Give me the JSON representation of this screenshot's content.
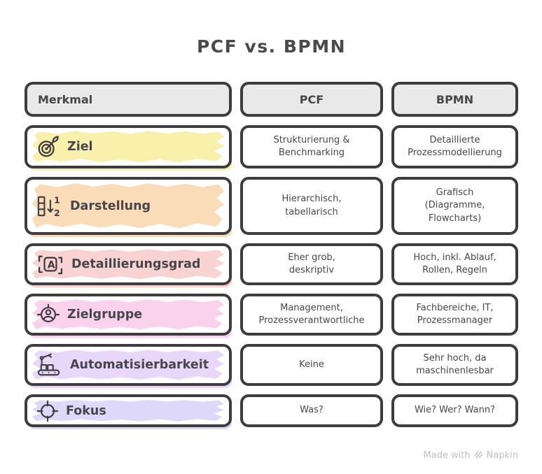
{
  "title": "PCF vs. BPMN",
  "header": {
    "merkmal": "Merkmal",
    "pcf": "PCF",
    "bpmn": "BPMN"
  },
  "rows": [
    {
      "feature": "Ziel",
      "icon": "target-arrow-icon",
      "highlight": "#f9f0ac",
      "pcf": "Strukturierung &\nBenchmarking",
      "bpmn": "Detaillierte\nProzessmodellierung"
    },
    {
      "feature": "Darstellung",
      "icon": "sort-order-icon",
      "highlight": "#fbdcb8",
      "pcf": "Hierarchisch,\ntabellarisch",
      "bpmn": "Grafisch\n(Diagramme,\nFlowcharts)"
    },
    {
      "feature": "Detaillierungsgrad",
      "icon": "letter-detail-icon",
      "highlight": "#f9d2d2",
      "pcf": "Eher grob,\ndeskriptiv",
      "bpmn": "Hoch, inkl. Ablauf,\nRollen, Regeln"
    },
    {
      "feature": "Zielgruppe",
      "icon": "audience-target-icon",
      "highlight": "#fbd2ee",
      "pcf": "Management,\nProzessverantwortliche",
      "bpmn": "Fachbereiche, IT,\nProzessmanager"
    },
    {
      "feature": "Automatisierbarkeit",
      "icon": "automation-robot-icon",
      "highlight": "#e9d7fa",
      "pcf": "Keine",
      "bpmn": "Sehr hoch, da\nmaschinenlesbar"
    },
    {
      "feature": "Fokus",
      "icon": "crosshair-icon",
      "highlight": "#ded9fa",
      "pcf": "Was?",
      "bpmn": "Wie? Wer? Wann?"
    }
  ],
  "footer": {
    "made_with": "Made with",
    "brand": "Napkin"
  },
  "colors": {
    "ink": "#3d3d40",
    "header_fill": "#e9e9e9",
    "title_text": "#4a4a4c",
    "footer_text": "#bfbfbf"
  }
}
